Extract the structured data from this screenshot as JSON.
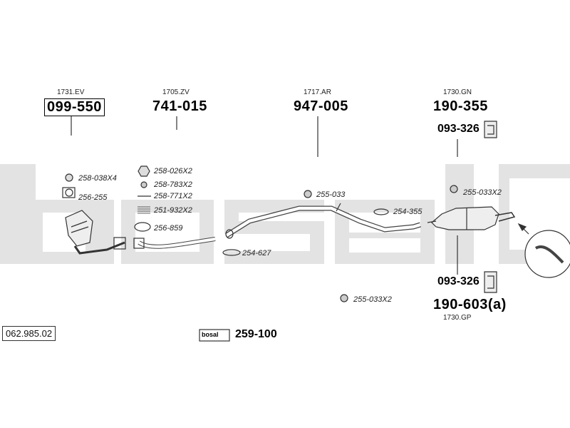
{
  "diagram": {
    "watermark": "bosal",
    "groups": [
      {
        "ref": "1731.EV",
        "part": "099-550"
      },
      {
        "ref": "1705.ZV",
        "part": "741-015"
      },
      {
        "ref": "1717.AR",
        "part": "947-005"
      },
      {
        "ref": "1730.GN",
        "part": "190-355"
      },
      {
        "ref": "1730.GP",
        "part": "190-603(a)"
      }
    ],
    "mounts": [
      "093-326",
      "093-326"
    ],
    "small_parts": [
      "258-038X4",
      "256-255",
      "258-026X2",
      "258-783X2",
      "258-771X2",
      "251-932X2",
      "256-859",
      "254-627",
      "255-033",
      "254-355",
      "255-033X2",
      "255-033X2"
    ],
    "kit": {
      "logo": "bosal",
      "part": "259-100"
    },
    "doc_code": "062.985.02"
  }
}
